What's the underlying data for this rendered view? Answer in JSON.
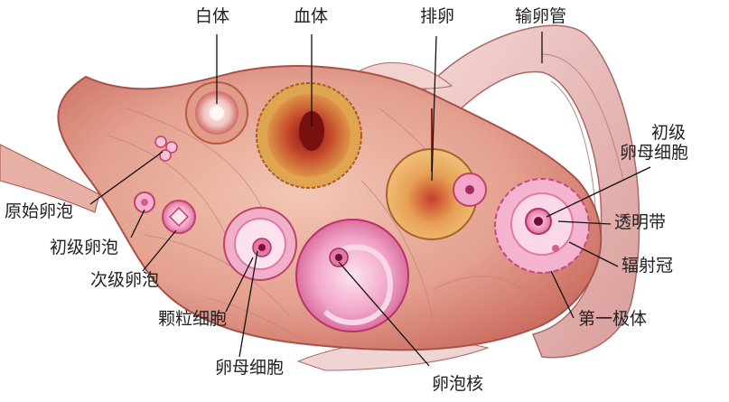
{
  "labels": {
    "corpus_albicans": "白体",
    "corpus_hemorrhagicum": "血体",
    "ovulation": "排卵",
    "oviduct": "输卵管",
    "primary_oocyte_line1": "初级",
    "primary_oocyte_line2": "卵母细胞",
    "zona_pellucida": "透明带",
    "corona_radiata": "辐射冠",
    "first_polar_body": "第一极体",
    "follicle_nucleus": "卵泡核",
    "oocyte": "卵母细胞",
    "granulosa_cells": "颗粒细胞",
    "secondary_follicle": "次级卵泡",
    "primary_follicle": "初级卵泡",
    "primordial_follicle": "原始卵泡"
  },
  "colors": {
    "ovary_body": "#e8a49a",
    "tissue_dark": "#c9675c",
    "corpus_luteum": "#d78a3a",
    "blood_core": "#9a1e1e",
    "follicle_pink": "#e27aa8",
    "follicle_light": "#f6c8dc",
    "leader_line": "#111111"
  }
}
